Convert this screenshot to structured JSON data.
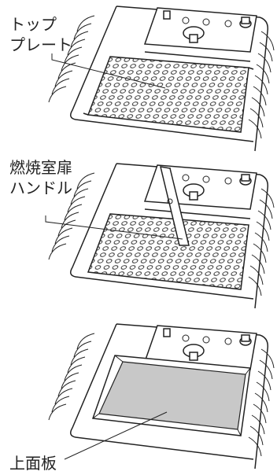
{
  "panels": [
    {
      "id": "top-plate",
      "label_lines": [
        "トップ",
        "プレート"
      ]
    },
    {
      "id": "combustion-door-handle",
      "label_lines": [
        "燃焼室扉",
        "ハンドル"
      ]
    },
    {
      "id": "top-board",
      "label_lines": [
        "上面板"
      ]
    }
  ]
}
